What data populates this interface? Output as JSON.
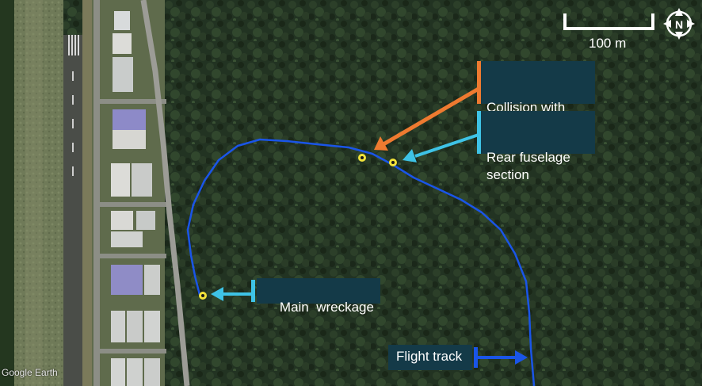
{
  "map": {
    "scale_label": "100 m",
    "north_label": "N",
    "attribution": "Google Earth"
  },
  "labels": {
    "collision": "Collision with\nVH-NMG",
    "rear_fuselage": "Rear fuselage\nsection",
    "main_wreckage": "Main  wreckage",
    "flight_track": "Flight track"
  },
  "colors": {
    "collision_arrow": "#ee7a30",
    "rear_fuselage_arrow": "#3ec3e6",
    "main_wreckage_arrow": "#3ec3e6",
    "flight_track_line": "#1a55e8",
    "callout_background": "#143a48",
    "marker": "#f2e33a"
  }
}
